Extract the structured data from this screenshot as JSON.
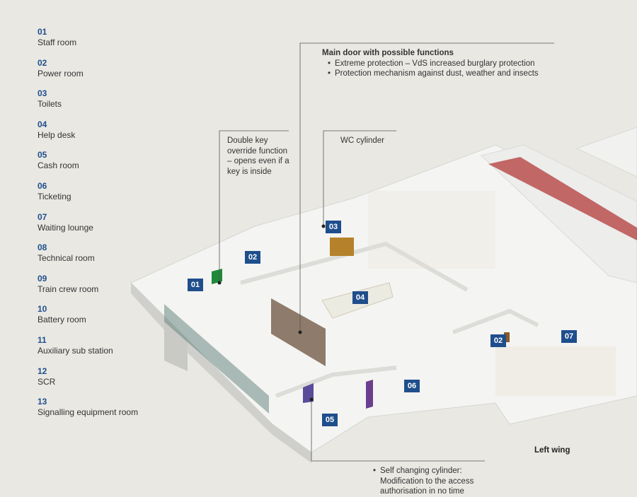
{
  "legend": [
    {
      "num": "01",
      "label": "Staff room"
    },
    {
      "num": "02",
      "label": "Power room"
    },
    {
      "num": "03",
      "label": "Toilets"
    },
    {
      "num": "04",
      "label": "Help desk"
    },
    {
      "num": "05",
      "label": "Cash room"
    },
    {
      "num": "06",
      "label": "Ticketing"
    },
    {
      "num": "07",
      "label": "Waiting lounge"
    },
    {
      "num": "08",
      "label": "Technical room"
    },
    {
      "num": "09",
      "label": "Train crew room"
    },
    {
      "num": "10",
      "label": "Battery room"
    },
    {
      "num": "11",
      "label": "Auxiliary sub station"
    },
    {
      "num": "12",
      "label": "SCR"
    },
    {
      "num": "13",
      "label": "Signalling equipment room"
    }
  ],
  "callouts": {
    "main_door": {
      "title": "Main door with possible functions",
      "bullets": [
        "Extreme protection – VdS increased burglary protection",
        "Protection mechanism against dust, weather and insects"
      ]
    },
    "double_key": {
      "lines": [
        "Double key",
        "override function",
        "– opens even if a",
        "key is inside"
      ]
    },
    "wc_cylinder": {
      "text": "WC cylinder"
    },
    "self_changing": {
      "bullets": [
        "Self changing cylinder: Modification to the access authorisation in no time"
      ]
    }
  },
  "markers": [
    {
      "num": "01"
    },
    {
      "num": "02"
    },
    {
      "num": "03"
    },
    {
      "num": "04"
    },
    {
      "num": "02"
    },
    {
      "num": "07"
    },
    {
      "num": "06"
    },
    {
      "num": "05"
    }
  ],
  "wing_label": "Left wing",
  "colors": {
    "accent": "#1f4e8c",
    "background": "#e9e8e3",
    "door_green": "#1e8a3a",
    "door_wood": "#b5812a",
    "door_purple": "#6b3e8f",
    "glass": "#6e5a4a",
    "rail_red": "#b23a3a"
  }
}
